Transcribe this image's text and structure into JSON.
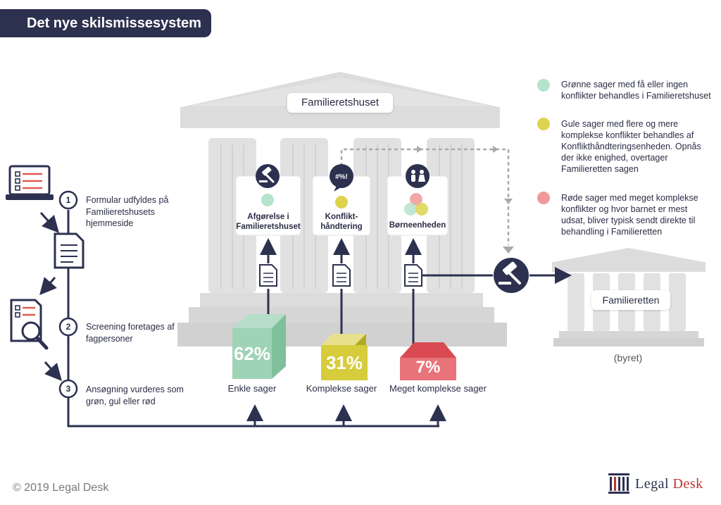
{
  "title": "Det nye skilsmissesystem",
  "building": {
    "label": "Familieretshuset"
  },
  "court": {
    "label": "Familieretten",
    "sublabel": "(byret)"
  },
  "steps": [
    {
      "number": "1",
      "text": "Formular udfyldes på Familieretshusets hjemmeside"
    },
    {
      "number": "2",
      "text": "Screening foretages af fagpersoner"
    },
    {
      "number": "3",
      "text": "Ansøgning vurderes som grøn, gul eller rød"
    }
  ],
  "cards": [
    {
      "label": "Afgørelse i Familieretshuset",
      "icon": "gavel-icon"
    },
    {
      "label": "Konflikt-håndtering",
      "icon": "speech-bubble-icon",
      "icon_text": "#%!"
    },
    {
      "label": "Børneenheden",
      "icon": "children-icon"
    }
  ],
  "boxes": [
    {
      "percent": "62%",
      "label": "Enkle  sager",
      "color": "#9fd3b6"
    },
    {
      "percent": "31%",
      "label": "Komplekse sager",
      "color": "#d6cc3c"
    },
    {
      "percent": "7%",
      "label": "Meget komplekse sager",
      "color": "#e8747a"
    }
  ],
  "legend": [
    {
      "color": "#b5e3cd",
      "text": "Grønne sager med få eller ingen konflikter behandles i Familieretshuset"
    },
    {
      "color": "#ddd34f",
      "text": "Gule sager med flere og mere komplekse konflikter behandles af Konflikthåndteringsenheden. Opnås der ikke enighed, overtager Familieretten sagen"
    },
    {
      "color": "#f0999c",
      "text": "Røde sager med meget komplekse konflikter og hvor barnet er mest udsat, bliver typisk sendt direkte til behandling i Familieretten"
    }
  ],
  "footer": {
    "copyright": "© 2019 Legal Desk",
    "logo_main": "Legal ",
    "logo_accent": "Desk"
  }
}
